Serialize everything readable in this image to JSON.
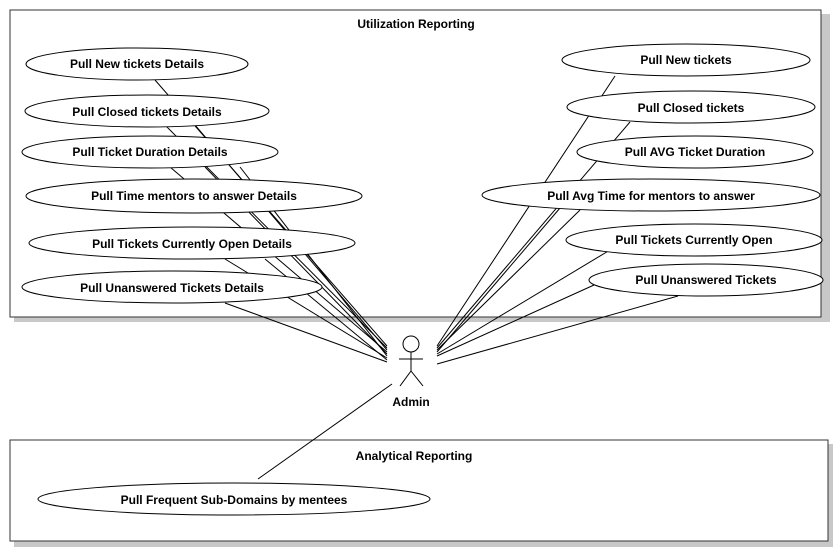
{
  "systems": {
    "utilization": {
      "title": "Utilization Reporting",
      "use_cases": [
        "Pull New tickets Details",
        "Pull Closed tickets Details",
        "Pull Ticket Duration Details",
        "Pull Time mentors to answer Details",
        "Pull Tickets Currently Open Details",
        "Pull Unanswered Tickets Details",
        "Pull New tickets",
        "Pull Closed tickets",
        "Pull AVG Ticket Duration",
        "Pull Avg Time for mentors to answer",
        "Pull Tickets Currently Open",
        "Pull Unanswered Tickets"
      ]
    },
    "analytical": {
      "title": "Analytical Reporting",
      "use_cases": [
        "Pull Frequent Sub-Domains  by mentees"
      ]
    }
  },
  "actor": {
    "name": "Admin"
  },
  "colors": {
    "line": "#000000",
    "fill": "#ffffff",
    "shadow": "#c8c8c8"
  }
}
